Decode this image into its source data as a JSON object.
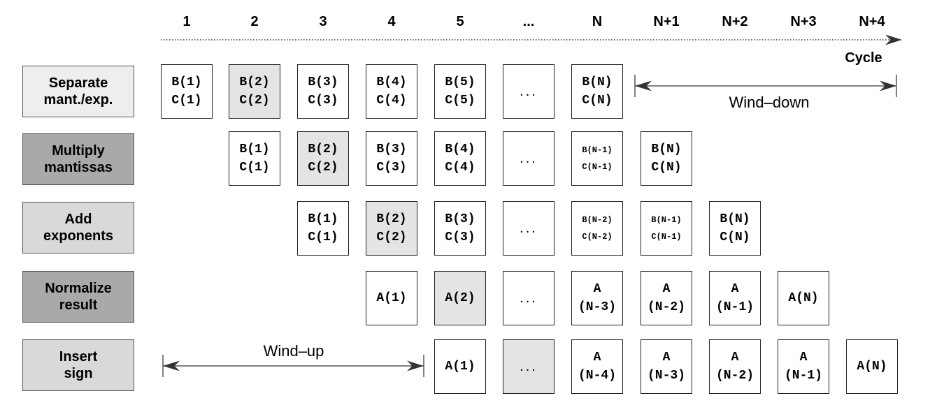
{
  "colors": {
    "stage_light": "#eeeeee",
    "stage_mid": "#d9d9d9",
    "stage_dark": "#a9a9a9",
    "cell_highlight": "#e4e4e4",
    "cell_plain": "#ffffff"
  },
  "cycles": [
    "1",
    "2",
    "3",
    "4",
    "5",
    "...",
    "N",
    "N+1",
    "N+2",
    "N+3",
    "N+4"
  ],
  "cycle_axis_label": "Cycle",
  "stages": [
    {
      "line1": "Separate",
      "line2": "mant./exp.",
      "shade": "stage_light"
    },
    {
      "line1": "Multiply",
      "line2": "mantissas",
      "shade": "stage_dark"
    },
    {
      "line1": "Add",
      "line2": "exponents",
      "shade": "stage_mid"
    },
    {
      "line1": "Normalize",
      "line2": "result",
      "shade": "stage_dark"
    },
    {
      "line1": "Insert",
      "line2": "sign",
      "shade": "stage_mid"
    }
  ],
  "rows": [
    [
      {
        "col": 0,
        "lines": [
          "B(1)",
          "C(1)"
        ]
      },
      {
        "col": 1,
        "lines": [
          "B(2)",
          "C(2)"
        ],
        "hl": true
      },
      {
        "col": 2,
        "lines": [
          "B(3)",
          "C(3)"
        ]
      },
      {
        "col": 3,
        "lines": [
          "B(4)",
          "C(4)"
        ]
      },
      {
        "col": 4,
        "lines": [
          "B(5)",
          "C(5)"
        ]
      },
      {
        "col": 5,
        "lines": [
          "..."
        ],
        "dots": true
      },
      {
        "col": 6,
        "lines": [
          "B(N)",
          "C(N)"
        ]
      }
    ],
    [
      {
        "col": 1,
        "lines": [
          "B(1)",
          "C(1)"
        ]
      },
      {
        "col": 2,
        "lines": [
          "B(2)",
          "C(2)"
        ],
        "hl": true
      },
      {
        "col": 3,
        "lines": [
          "B(3)",
          "C(3)"
        ]
      },
      {
        "col": 4,
        "lines": [
          "B(4)",
          "C(4)"
        ]
      },
      {
        "col": 5,
        "lines": [
          "..."
        ],
        "dots": true
      },
      {
        "col": 6,
        "lines": [
          "B(N-1)",
          "C(N-1)"
        ],
        "small": true
      },
      {
        "col": 7,
        "lines": [
          "B(N)",
          "C(N)"
        ]
      }
    ],
    [
      {
        "col": 2,
        "lines": [
          "B(1)",
          "C(1)"
        ]
      },
      {
        "col": 3,
        "lines": [
          "B(2)",
          "C(2)"
        ],
        "hl": true
      },
      {
        "col": 4,
        "lines": [
          "B(3)",
          "C(3)"
        ]
      },
      {
        "col": 5,
        "lines": [
          "..."
        ],
        "dots": true
      },
      {
        "col": 6,
        "lines": [
          "B(N-2)",
          "C(N-2)"
        ],
        "small": true
      },
      {
        "col": 7,
        "lines": [
          "B(N-1)",
          "C(N-1)"
        ],
        "small": true
      },
      {
        "col": 8,
        "lines": [
          "B(N)",
          "C(N)"
        ]
      }
    ],
    [
      {
        "col": 3,
        "lines": [
          "A(1)"
        ]
      },
      {
        "col": 4,
        "lines": [
          "A(2)"
        ],
        "hl": true
      },
      {
        "col": 5,
        "lines": [
          "..."
        ],
        "dots": true
      },
      {
        "col": 6,
        "lines": [
          "A",
          "(N-3)"
        ]
      },
      {
        "col": 7,
        "lines": [
          "A",
          "(N-2)"
        ]
      },
      {
        "col": 8,
        "lines": [
          "A",
          "(N-1)"
        ]
      },
      {
        "col": 9,
        "lines": [
          "A(N)"
        ]
      }
    ],
    [
      {
        "col": 4,
        "lines": [
          "A(1)"
        ]
      },
      {
        "col": 5,
        "lines": [
          "..."
        ],
        "dots": true,
        "hl": true
      },
      {
        "col": 6,
        "lines": [
          "A",
          "(N-4)"
        ]
      },
      {
        "col": 7,
        "lines": [
          "A",
          "(N-3)"
        ]
      },
      {
        "col": 8,
        "lines": [
          "A",
          "(N-2)"
        ]
      },
      {
        "col": 9,
        "lines": [
          "A",
          "(N-1)"
        ]
      },
      {
        "col": 10,
        "lines": [
          "A(N)"
        ]
      }
    ]
  ],
  "wind_down_label": "Wind–down",
  "wind_up_label": "Wind–up"
}
